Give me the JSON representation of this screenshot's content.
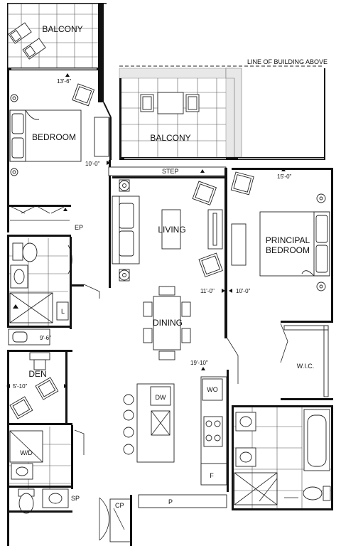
{
  "rooms": {
    "balcony_west": "BALCONY",
    "balcony_main": "BALCONY",
    "bedroom": "BEDROOM",
    "living": "LIVING",
    "dining": "DINING",
    "principal_line1": "PRINCIPAL",
    "principal_line2": "BEDROOM",
    "den": "DEN",
    "wic": "W.I.C."
  },
  "notes": {
    "building_line": "LINE OF BUILDING ABOVE",
    "step": "STEP"
  },
  "dimensions": {
    "balcony_west_width": "13'-6\"",
    "bedroom_depth": "10'-0\"",
    "principal_width": "15'-0\"",
    "living_depth": "11'-0\"",
    "principal_depth": "10'-0\"",
    "den_width": "9'-6\"",
    "den_depth": "5'-10\"",
    "dining_kitchen": "19'-10\""
  },
  "fixtures": {
    "electrical_panel": "EP",
    "linen": "L",
    "dishwasher": "DW",
    "washer_oven": "WO",
    "washer_dryer": "W/D",
    "sump_pump": "SP",
    "coat_closet": "CP",
    "pantry": "P",
    "fridge": "F"
  }
}
